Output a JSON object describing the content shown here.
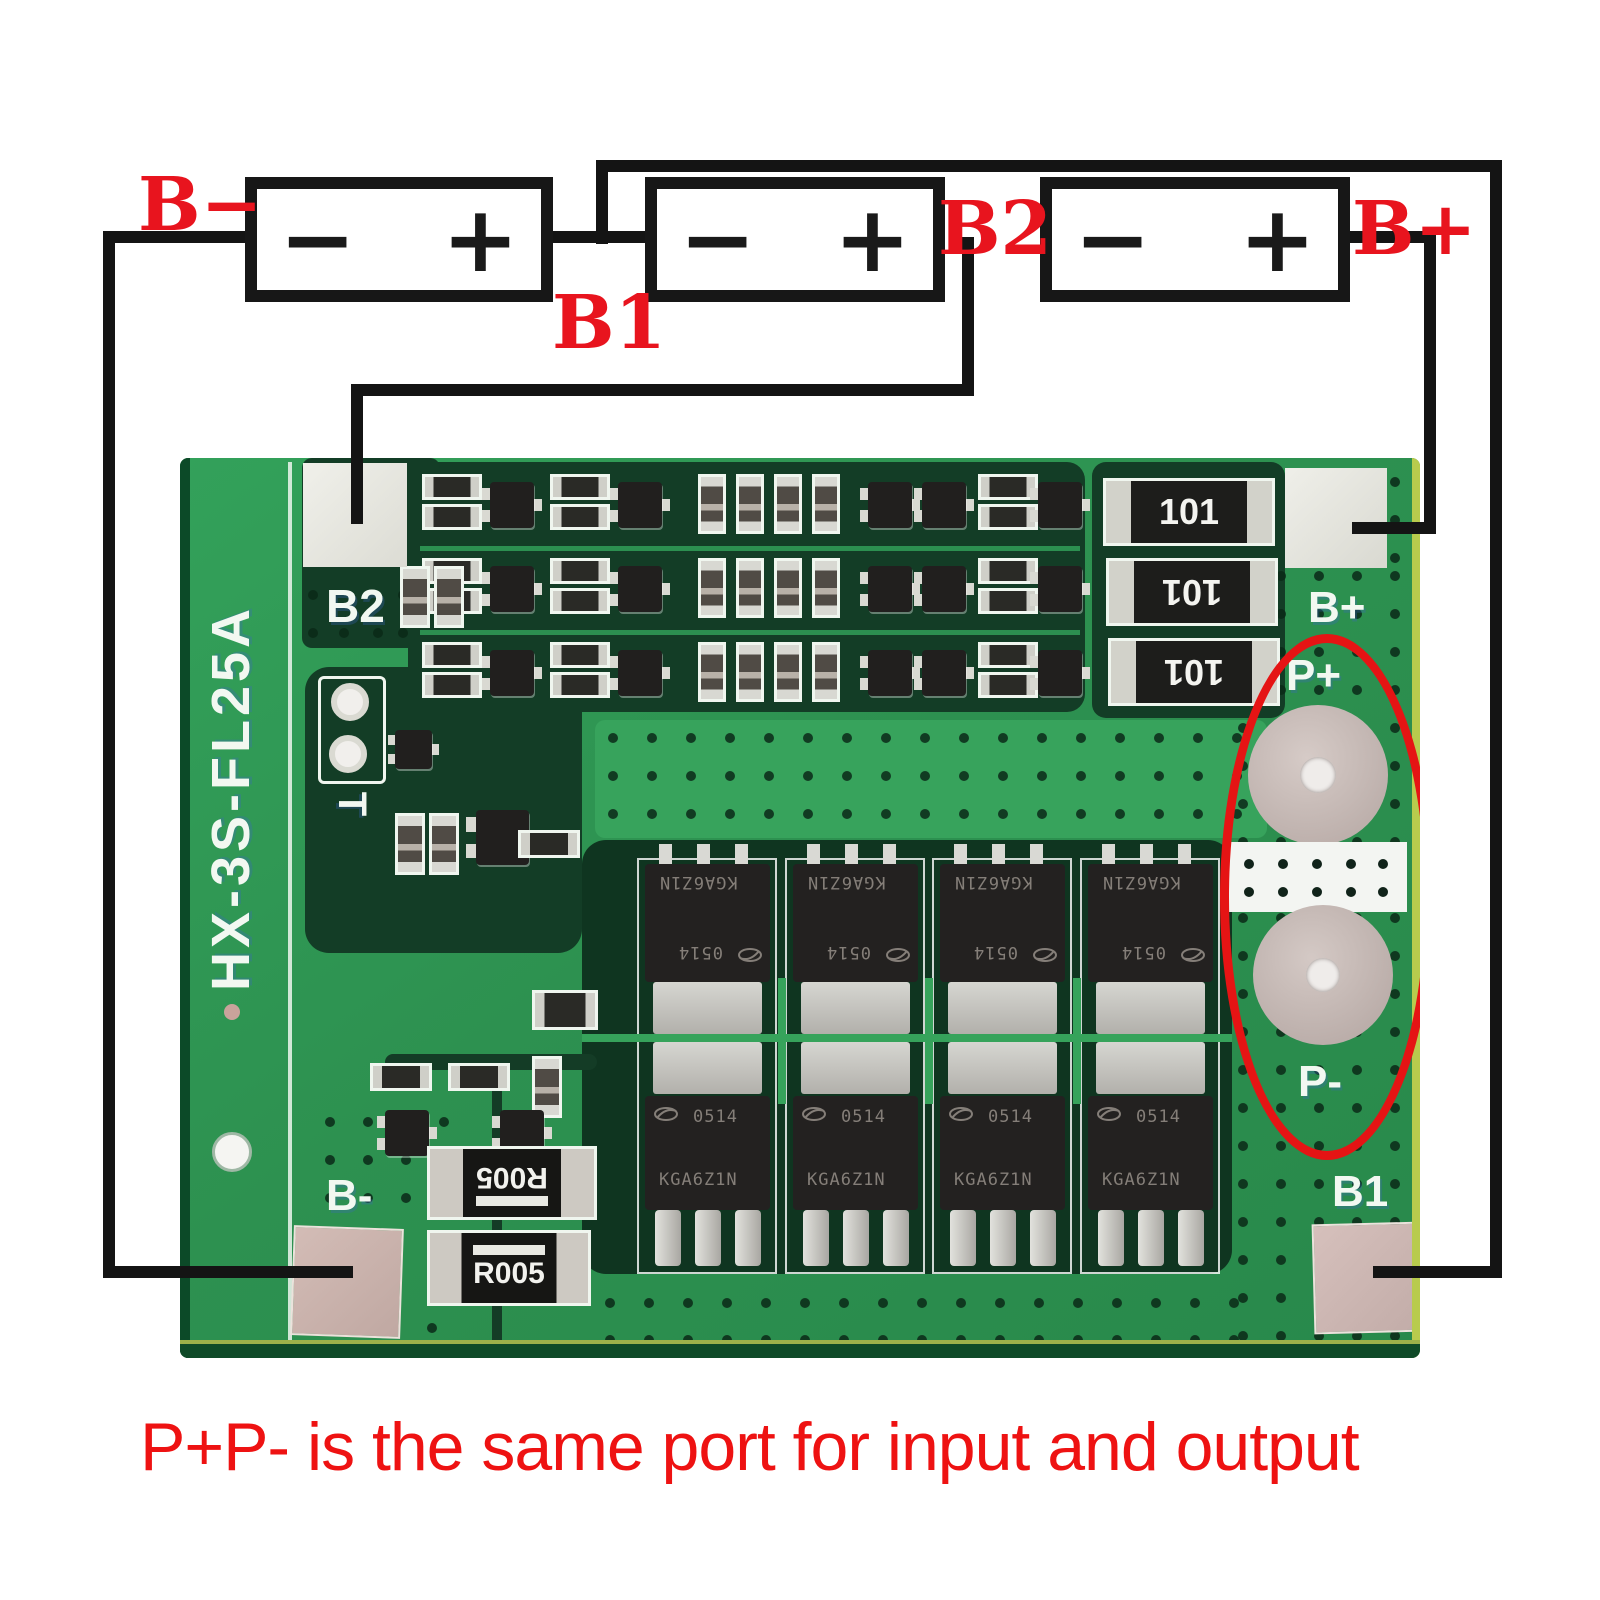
{
  "wiring_diagram": {
    "terminal_labels": {
      "b_minus": "B−",
      "b1": "B1",
      "b2": "B2",
      "b_plus": "B+"
    },
    "battery_terminal_minus": "−",
    "battery_terminal_plus": "+",
    "battery_count": 3
  },
  "pcb": {
    "model_silkscreen": "HX-3S-FL25A",
    "pad_labels": {
      "b2": "B2",
      "b_plus": "B+",
      "p_plus": "P+",
      "p_minus": "P-",
      "b1": "B1",
      "b_minus": "B-",
      "t": "T"
    },
    "resistor_marking": "101",
    "shunt_marking": "R005",
    "mosfet_part_marking": "KGA6Z1N",
    "mosfet_date_marking": "0514"
  },
  "caption": {
    "text": "P+P- is the same port for input and output"
  },
  "colors": {
    "wire_black": "#141414",
    "red_label": "#e8141e",
    "caption_red": "#ee1212",
    "highlight_ellipse_red": "#e51414",
    "pcb_green": "#2d9150",
    "pcb_dark_zone": "#133d26",
    "pcb_light_field": "#37a35c",
    "silkscreen_white": "#f2f8f1",
    "pad_tinned_silver": "#e6e6e0",
    "pad_copper_pink": "#c9b2ac"
  }
}
